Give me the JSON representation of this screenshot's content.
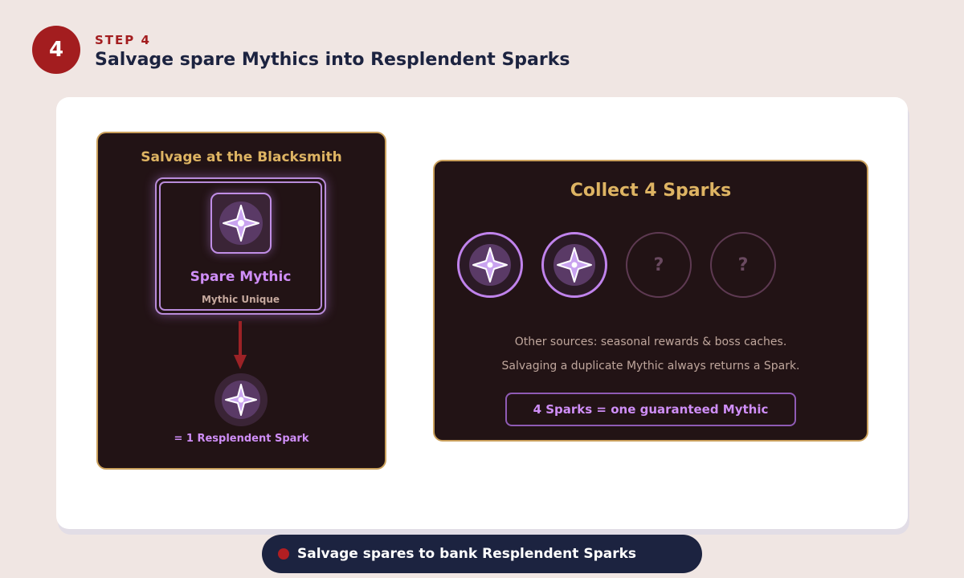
{
  "header": {
    "step_number": "4",
    "step_label": "STEP 4",
    "title": "Salvage spare Mythics into Resplendent Sparks"
  },
  "salvage_panel": {
    "title": "Salvage at the Blacksmith",
    "item_name": "Spare Mythic",
    "item_type": "Mythic Unique",
    "result_label": "= 1 Resplendent Spark"
  },
  "collect_panel": {
    "title": "Collect 4 Sparks",
    "slots": [
      {
        "state": "filled",
        "label": ""
      },
      {
        "state": "filled",
        "label": ""
      },
      {
        "state": "empty",
        "label": "?"
      },
      {
        "state": "empty",
        "label": "?"
      }
    ],
    "info_lines": [
      "Other sources: seasonal rewards & boss caches.",
      "Salvaging a duplicate Mythic always returns a Spark."
    ],
    "guarantee_label": "4 Sparks = one guaranteed Mythic"
  },
  "footer": {
    "caption": "Salvage spares to bank Resplendent Sparks"
  },
  "icons": {
    "spark": "spark-star-icon",
    "arrow": "arrow-down-icon"
  },
  "colors": {
    "accent_red": "#a31d1f",
    "gold": "#deb463",
    "mythic_purple": "#cf8ef7",
    "panel_dark": "#221315",
    "navy": "#1c2340"
  }
}
